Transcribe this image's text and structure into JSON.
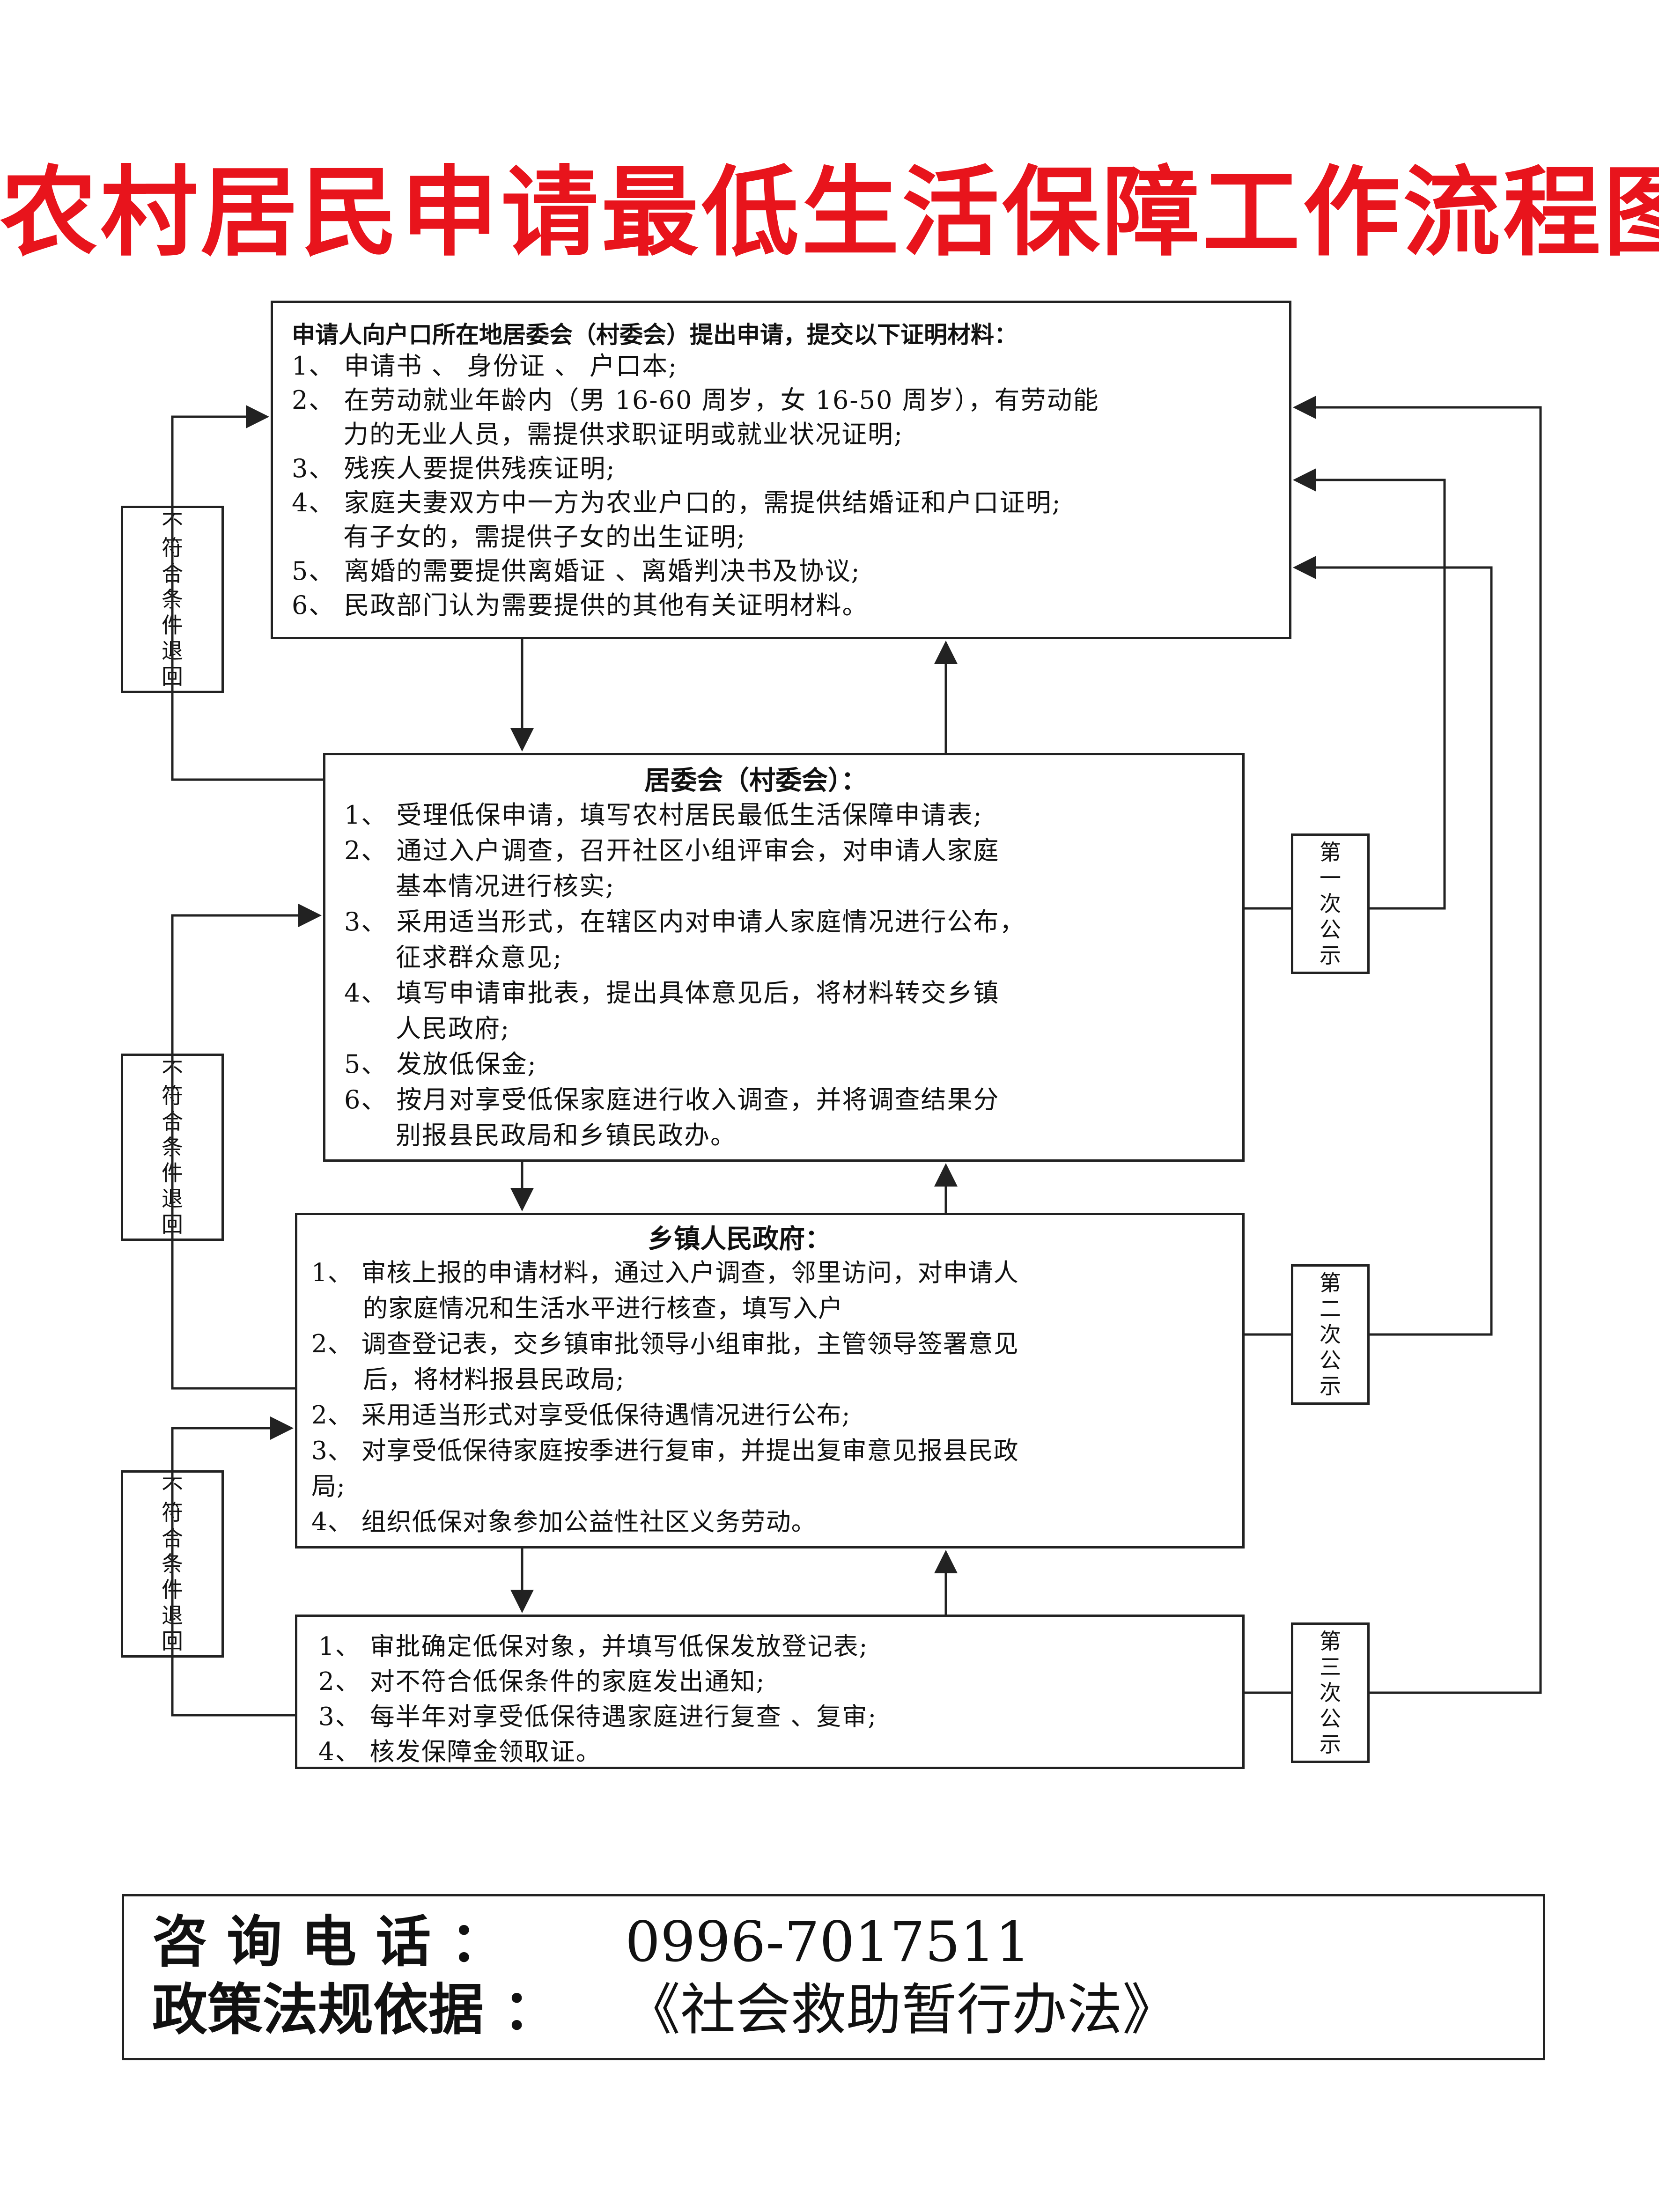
{
  "title": "农村居民申请最低生活保障工作流程图",
  "box1": {
    "heading": "申请人向户口所在地居委会（村委会）提出申请，提交以下证明材料：",
    "lines": [
      "1、 申请书 、 身份证 、 户口本;",
      "2、 在劳动就业年龄内（男 16-60 周岁，女 16-50 周岁），有劳动能",
      "力的无业人员，需提供求职证明或就业状况证明;",
      "3、 残疾人要提供残疾证明;",
      "4、 家庭夫妻双方中一方为农业户口的，需提供结婚证和户口证明;",
      "有子女的，需提供子女的出生证明;",
      "5、 离婚的需要提供离婚证 、离婚判决书及协议;",
      "6、 民政部门认为需要提供的其他有关证明材料。"
    ]
  },
  "box2": {
    "heading": "居委会（村委会）：",
    "lines": [
      "1、 受理低保申请，填写农村居民最低生活保障申请表;",
      "2、 通过入户调查，召开社区小组评审会，对申请人家庭",
      "基本情况进行核实;",
      "3、 采用适当形式，在辖区内对申请人家庭情况进行公布，",
      "征求群众意见;",
      "4、 填写申请审批表，提出具体意见后，将材料转交乡镇",
      "人民政府;",
      "5、 发放低保金;",
      "6、 按月对享受低保家庭进行收入调查，并将调查结果分",
      "别报县民政局和乡镇民政办。"
    ]
  },
  "box3": {
    "heading": "乡镇人民政府：",
    "lines": [
      "1、 审核上报的申请材料，通过入户调查，邻里访问，对申请人",
      "的家庭情况和生活水平进行核查，填写入户",
      "2、 调查登记表，交乡镇审批领导小组审批，主管领导签署意见",
      "后，将材料报县民政局;",
      "2、 采用适当形式对享受低保待遇情况进行公布;",
      "3、 对享受低保待家庭按季进行复审，并提出复审意见报县民政",
      "局;",
      "4、 组织低保对象参加公益性社区义务劳动。"
    ]
  },
  "box4": {
    "lines": [
      "1、 审批确定低保对象，并填写低保发放登记表;",
      "2、 对不符合低保条件的家庭发出通知;",
      "3、 每半年对享受低保待遇家庭进行复查 、复审;",
      "4、 核发保障金领取证。"
    ]
  },
  "side_labels": {
    "reject": "不符合条件退回",
    "publicity_1": "第一次公示",
    "publicity_2": "第二次公示",
    "publicity_3": "第三次公示"
  },
  "footer": {
    "phone_label": "咨 询 电 话 ：",
    "phone": "0996-7017511",
    "policy_label": "政策法规依据 ：",
    "policy": "《社会救助暂行办法》"
  }
}
